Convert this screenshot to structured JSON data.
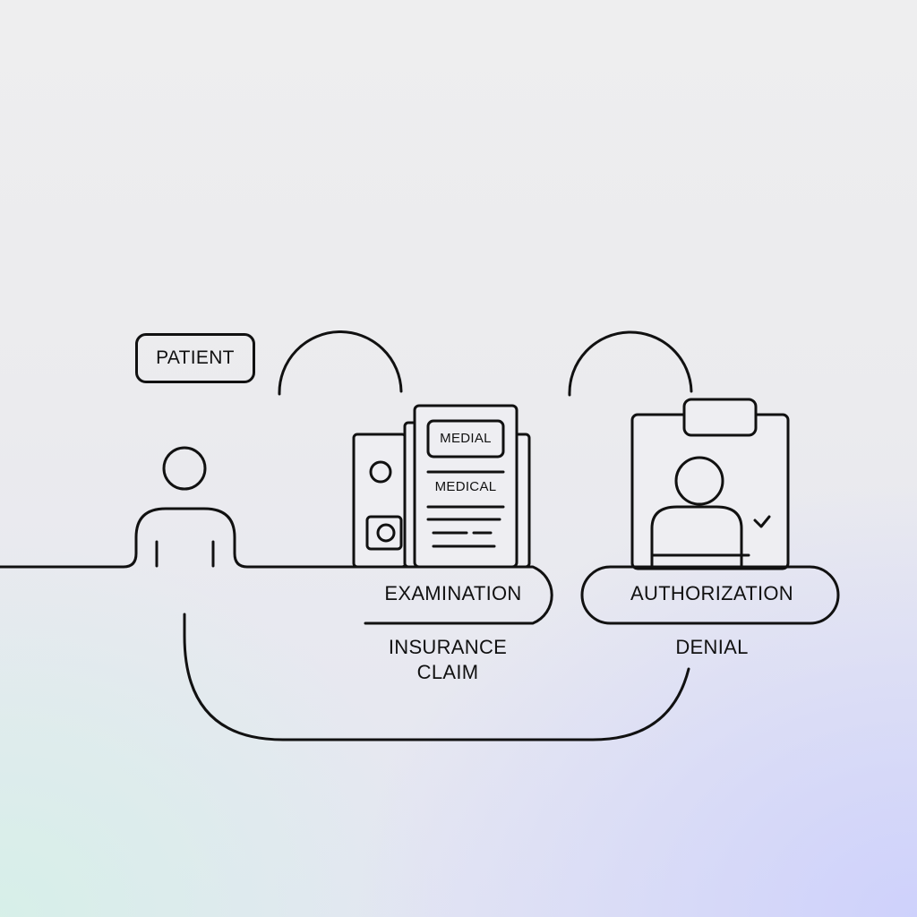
{
  "labels": {
    "patient": "PATIENT",
    "doc_header": "MEDIAL",
    "doc_title": "MEDICAL",
    "examination": "EXAMINATION",
    "authorization": "AUTHORIZATION",
    "insurance_claim_line1": "INSURANCE",
    "insurance_claim_line2": "CLAIM",
    "denial": "DENIAL"
  },
  "colors": {
    "line": "#111111",
    "background_top": "#eeeeef",
    "background_bottom_left": "#d6f0e8",
    "background_bottom_right": "#cdd0fc"
  },
  "icons": [
    "person-icon",
    "medical-records-icon",
    "id-badge-icon",
    "checkmark-icon"
  ]
}
